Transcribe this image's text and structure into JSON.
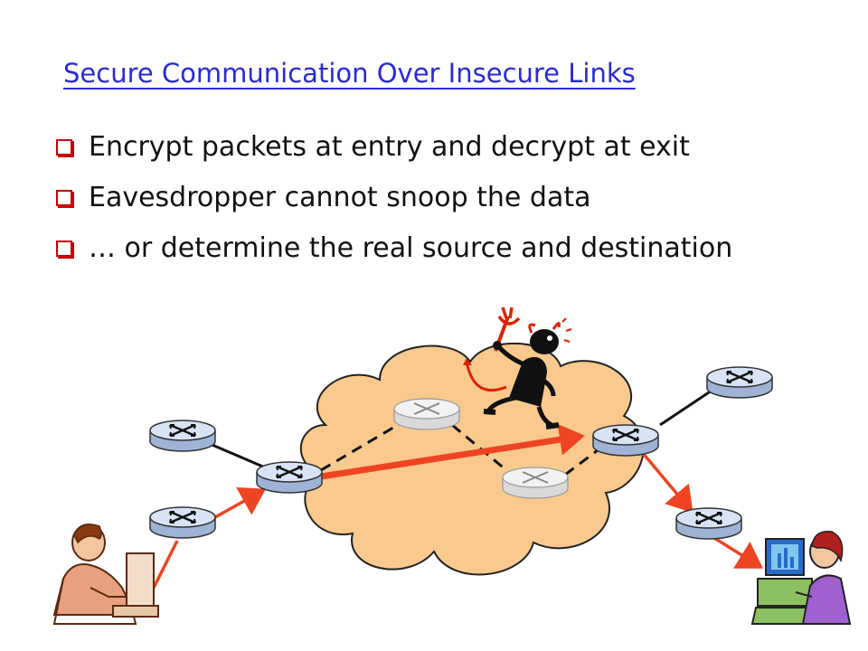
{
  "slide": {
    "title": "Secure Communication Over Insecure Links",
    "bullets": [
      "Encrypt packets at entry and decrypt at exit",
      "Eavesdropper cannot snoop the data",
      "… or determine the real source and destination"
    ]
  },
  "colors": {
    "title": "#2a2ad8",
    "bullet_marker": "#cc0000",
    "cloud": "#f9c98e",
    "path_arrow": "#ee4422",
    "router": "#c7d7f0"
  },
  "icons": [
    "router-icon",
    "cloud-icon",
    "devil-icon",
    "user-icon",
    "computer-icon"
  ]
}
